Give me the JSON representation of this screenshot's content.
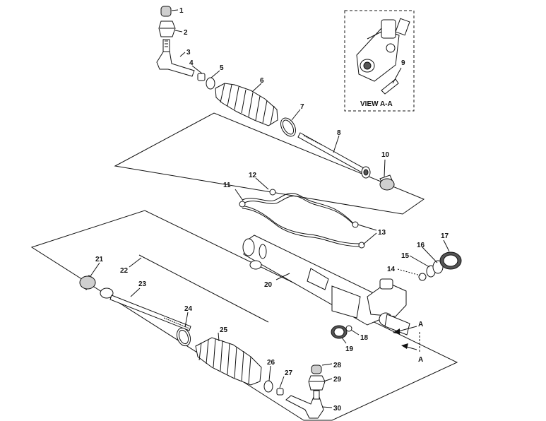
{
  "inset": {
    "title": "VIEW A-A"
  },
  "section_marker": "A",
  "parts": [
    {
      "id": "1",
      "label": "1"
    },
    {
      "id": "2",
      "label": "2"
    },
    {
      "id": "3",
      "label": "3"
    },
    {
      "id": "4",
      "label": "4"
    },
    {
      "id": "5",
      "label": "5"
    },
    {
      "id": "6",
      "label": "6"
    },
    {
      "id": "7",
      "label": "7"
    },
    {
      "id": "8",
      "label": "8"
    },
    {
      "id": "9",
      "label": "9"
    },
    {
      "id": "10",
      "label": "10"
    },
    {
      "id": "11",
      "label": "11"
    },
    {
      "id": "12",
      "label": "12"
    },
    {
      "id": "13",
      "label": "13"
    },
    {
      "id": "14",
      "label": "14"
    },
    {
      "id": "15",
      "label": "15"
    },
    {
      "id": "16",
      "label": "16"
    },
    {
      "id": "17",
      "label": "17"
    },
    {
      "id": "18",
      "label": "18"
    },
    {
      "id": "19",
      "label": "19"
    },
    {
      "id": "20",
      "label": "20"
    },
    {
      "id": "21",
      "label": "21"
    },
    {
      "id": "22",
      "label": "22"
    },
    {
      "id": "23",
      "label": "23"
    },
    {
      "id": "24",
      "label": "24"
    },
    {
      "id": "25",
      "label": "25"
    },
    {
      "id": "26",
      "label": "26"
    },
    {
      "id": "27",
      "label": "27"
    },
    {
      "id": "28",
      "label": "28"
    },
    {
      "id": "29",
      "label": "29"
    },
    {
      "id": "30",
      "label": "30"
    }
  ]
}
